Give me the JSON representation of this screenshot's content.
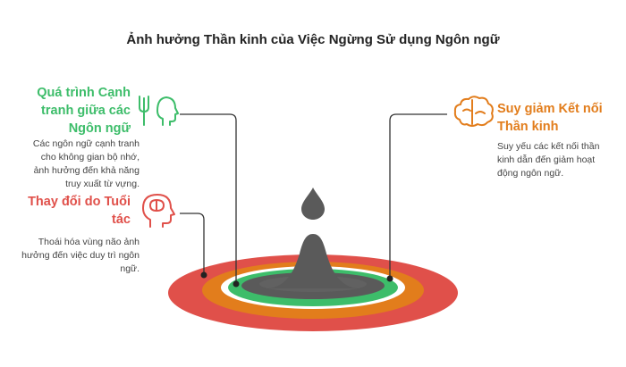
{
  "title": "Ảnh hưởng Thần kinh của Việc Ngừng Sử dụng Ngôn ngữ",
  "colors": {
    "green": "#3dbd6a",
    "red": "#e0504a",
    "orange": "#e27d1c",
    "dark": "#5a5a5a",
    "connector": "#333333"
  },
  "items": [
    {
      "id": "competition",
      "heading": "Quá trình Cạnh tranh giữa các Ngôn ngữ",
      "description": "Các ngôn ngữ cạnh tranh cho không gian bộ nhớ, ảnh hưởng đến khả năng truy xuất từ vựng.",
      "icon": "fork-and-head-icon",
      "color": "#3dbd6a"
    },
    {
      "id": "age",
      "heading": "Thay đổi do Tuổi tác",
      "description": "Thoái hóa vùng não ảnh hưởng đến việc duy trì ngôn ngữ.",
      "icon": "head-brain-icon",
      "color": "#e0504a"
    },
    {
      "id": "decline",
      "heading": "Suy giảm Kết nối Thần kinh",
      "description": "Suy yếu các kết nối thần kinh dẫn đến giảm hoạt động ngôn ngữ.",
      "icon": "brain-icon",
      "color": "#e27d1c"
    }
  ]
}
